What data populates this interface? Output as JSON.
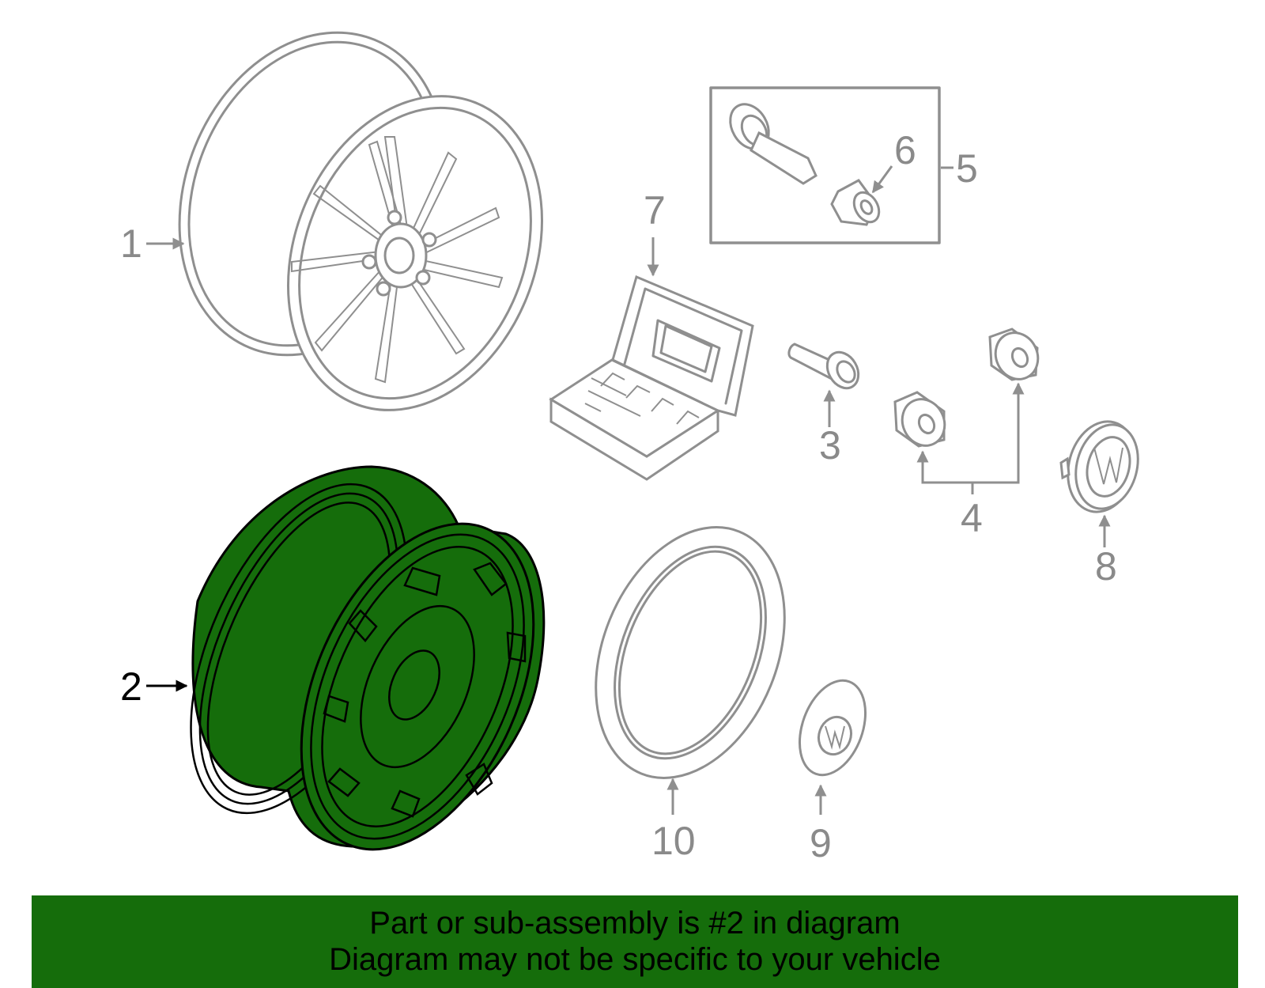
{
  "callouts": {
    "c1": "1",
    "c2": "2",
    "c3": "3",
    "c4": "4",
    "c5": "5",
    "c6": "6",
    "c7": "7",
    "c8": "8",
    "c9": "9",
    "c10": "10"
  },
  "highlight_color": "#156d0b",
  "banner": {
    "line1": "Part or sub-assembly is #2 in diagram",
    "line2": "Diagram may not be specific to your vehicle"
  }
}
